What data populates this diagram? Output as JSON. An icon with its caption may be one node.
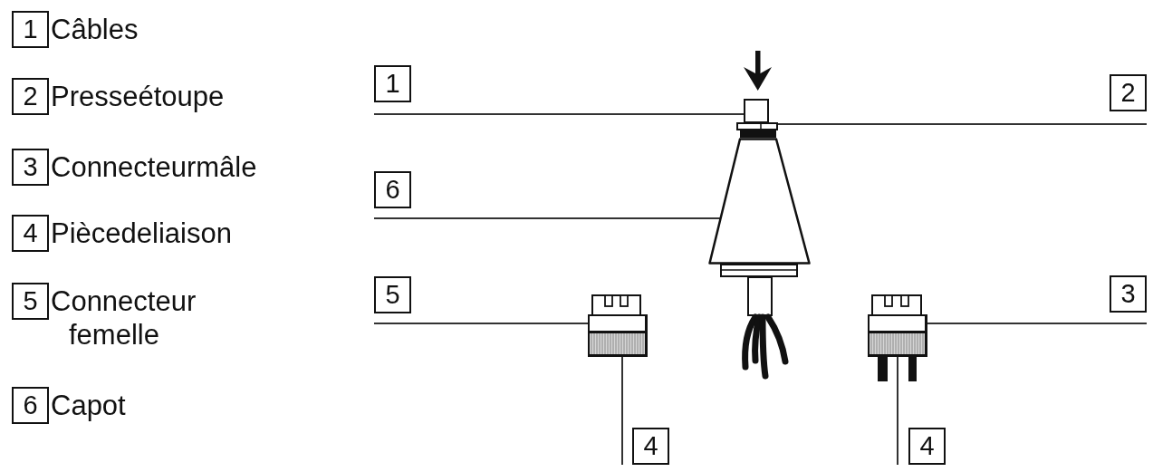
{
  "diagram": {
    "nodes": [
      {
        "text": [
          "1"
        ],
        "beside": [
          "Câbles"
        ]
      },
      {
        "text": [
          "2"
        ],
        "beside": [
          "Presseétoupe"
        ]
      },
      {
        "text": [
          "3"
        ],
        "beside": [
          "Connecteurmâle"
        ]
      },
      {
        "text": [
          "4"
        ],
        "beside": [
          "Piècedeliaison"
        ]
      },
      {
        "text": [
          "5"
        ],
        "beside": [
          "Connecteur femelle"
        ]
      },
      {
        "text": [
          "6"
        ],
        "beside": [
          "Capot"
        ]
      },
      {
        "text": [
          "1"
        ]
      },
      {
        "text": [
          "2"
        ]
      },
      {
        "text": [
          "6"
        ]
      },
      {
        "text": [
          "5"
        ]
      },
      {
        "text": [
          "3"
        ]
      },
      {
        "text": [
          "4"
        ]
      },
      {
        "text": [
          "4"
        ]
      },
      {
        "text": [],
        "shape": "box"
      },
      {
        "text": [],
        "shape": "picture"
      },
      {
        "text": [],
        "shape": "picture"
      },
      {
        "text": [],
        "shape": "picture"
      },
      {
        "text": [],
        "shape": "picture"
      },
      {
        "text": [],
        "shape": "picture"
      },
      {
        "text": [],
        "shape": "picture",
        "in": 17
      }
    ],
    "edges": [
      {
        "from": 6,
        "to": 13,
        "arrow": "none"
      },
      {
        "from": 7,
        "to": 14,
        "arrow": "none"
      },
      {
        "from": 8,
        "to": 15,
        "arrow": "none"
      },
      {
        "from": 9,
        "to": 16,
        "arrow": "none"
      },
      {
        "from": 10,
        "to": 17,
        "arrow": "none"
      },
      {
        "from": 11,
        "to": 18,
        "arrow": "none"
      },
      {
        "from": 12,
        "to": 19,
        "arrow": "none"
      }
    ]
  }
}
